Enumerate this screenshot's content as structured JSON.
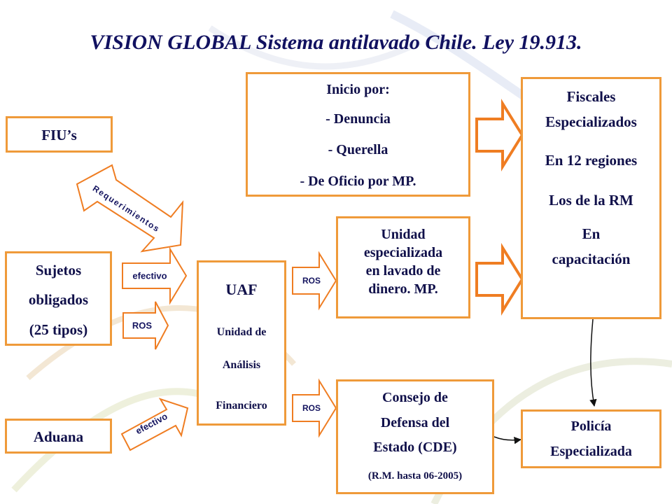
{
  "title": "VISION GLOBAL Sistema antilavado Chile. Ley 19.913.",
  "boxes": {
    "fius": {
      "text": "FIU’s"
    },
    "sujetos": {
      "line1": "Sujetos",
      "line2": "obligados",
      "line3": "(25 tipos)"
    },
    "aduana": {
      "text": "Aduana"
    },
    "uaf": {
      "line1": "UAF",
      "line2": "Unidad de",
      "line3": "Análisis",
      "line4": "Financiero"
    },
    "inicio": {
      "line1": "Inicio por:",
      "line2": "- Denuncia",
      "line3": "- Querella",
      "line4": "- De Oficio por MP."
    },
    "unidad": {
      "line1": "Unidad",
      "line2": "especializada",
      "line3": "en lavado de",
      "line4": "dinero. MP."
    },
    "consejo": {
      "line1": "Consejo de",
      "line2": "Defensa del",
      "line3": "Estado (CDE)",
      "line4": "(R.M. hasta 06-2005)"
    },
    "fiscales": {
      "line1": "Fiscales",
      "line2": "Especializados",
      "line3": "En 12 regiones",
      "line4": "Los de la RM",
      "line5": "En",
      "line6": "capacitación"
    },
    "policia": {
      "line1": "Policía",
      "line2": "Especializada"
    }
  },
  "arrows": {
    "requerimientos": "Requerimientos",
    "efectivo_top": "efectivo",
    "ros_sujetos": "ROS",
    "efectivo_aduana": "efectivo",
    "ros_unidad": "ROS",
    "ros_consejo": "ROS"
  },
  "colors": {
    "border": "#ef9a3a",
    "arrow_outline": "#ef7d22",
    "title": "#111160",
    "text": "#10104a"
  }
}
